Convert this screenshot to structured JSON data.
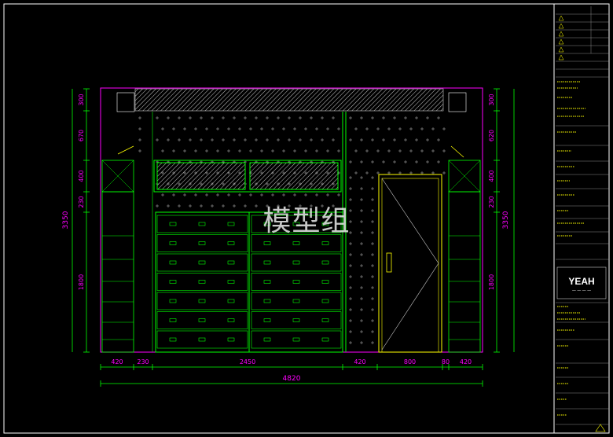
{
  "drawing": {
    "watermark": "模型组",
    "logo_text": "YEAH",
    "logo_sub": "一 一 一 一",
    "dims_left": [
      "300",
      "670",
      "400",
      "230",
      "1800"
    ],
    "dims_right": [
      "300",
      "620",
      "400",
      "230",
      "1800"
    ],
    "total_height_left": "3350",
    "total_height_right": "3350",
    "dims_bottom": [
      "420",
      "230",
      "2450",
      "420",
      "800",
      "80",
      "420"
    ],
    "total_width": "4820"
  },
  "colors": {
    "background": "#000000",
    "frame": "#ffffff",
    "dimension": "#00ff00",
    "dim_text": "#ff00ff",
    "wall": "#ff00ff",
    "fixture": "#00ff00",
    "door": "#ffff00",
    "pattern": "#ffffff"
  }
}
